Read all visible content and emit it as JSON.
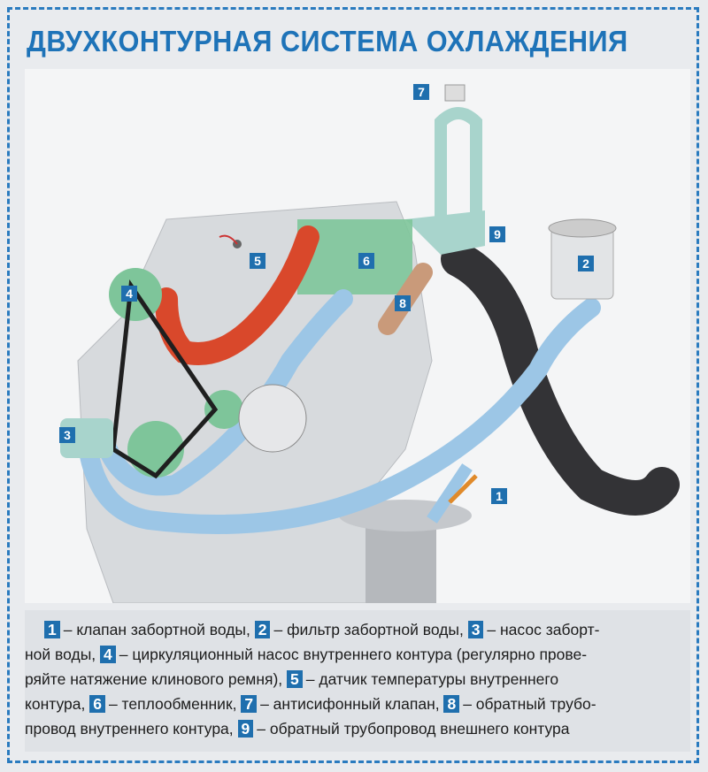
{
  "title": "ДВУХКОНТУРНАЯ СИСТЕМА ОХЛАЖДЕНИЯ",
  "diagram_labels": [
    "1",
    "2",
    "3",
    "4",
    "5",
    "6",
    "7",
    "8",
    "9"
  ],
  "caption_lines": [
    [
      {
        "n": "1"
      },
      {
        "t": "– клапан забортной воды, "
      },
      {
        "n": "2"
      },
      {
        "t": "– фильтр забортной воды, "
      },
      {
        "n": "3"
      },
      {
        "t": "– насос заборт-"
      }
    ],
    [
      {
        "t": "ной воды, "
      },
      {
        "n": "4"
      },
      {
        "t": "– циркуляционный насос внутреннего контура (регулярно прове-"
      }
    ],
    [
      {
        "t": "ряйте натяжение клинового ремня), "
      },
      {
        "n": "5"
      },
      {
        "t": "– датчик температуры внутреннего"
      }
    ],
    [
      {
        "t": "контура, "
      },
      {
        "n": "6"
      },
      {
        "t": "– теплообменник, "
      },
      {
        "n": "7"
      },
      {
        "t": "– антисифонный клапан, "
      },
      {
        "n": "8"
      },
      {
        "t": "– обратный трубо-"
      }
    ],
    [
      {
        "t": "провод внутреннего контура, "
      },
      {
        "n": "9"
      },
      {
        "t": "– обратный трубопровод внешнего контура"
      }
    ]
  ],
  "colors": {
    "accent": "#1e73b8",
    "label_bg": "#1f6fae",
    "hot_pipe": "#d9482b",
    "cold_pipe": "#9cc6e6",
    "return_pipe": "#3a3a3c",
    "pump_green": "#6fbf86"
  }
}
